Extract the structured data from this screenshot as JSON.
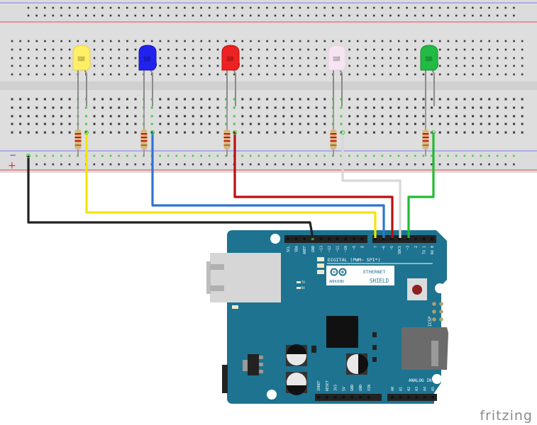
{
  "app": {
    "name": "fritzing",
    "view": "breadboard"
  },
  "breadboard": {
    "rail_labels": {
      "minus": "−",
      "plus": "+"
    },
    "colors": {
      "board": "#dcdcdc",
      "rail_blue": "#7d7df0",
      "rail_red": "#e05050",
      "hole": "#3a3a3a",
      "hole_active": "#44cc44"
    }
  },
  "leds": [
    {
      "name": "yellow",
      "color": "#ffee66",
      "edge": "#e8d23a",
      "pin": "7"
    },
    {
      "name": "blue",
      "color": "#2222ee",
      "edge": "#1111aa",
      "pin": "6"
    },
    {
      "name": "red",
      "color": "#ee2222",
      "edge": "#bb1111",
      "pin": "5"
    },
    {
      "name": "white",
      "color": "#f6e4f2",
      "edge": "#e2cfe0",
      "pin": "4"
    },
    {
      "name": "green",
      "color": "#22bb44",
      "edge": "#168a30",
      "pin": "3"
    }
  ],
  "wires": [
    {
      "name": "gnd-wire",
      "color": "#222222",
      "target": "GND"
    },
    {
      "name": "yellow-wire",
      "color": "#f2e600",
      "target": "7"
    },
    {
      "name": "blue-wire",
      "color": "#2f74d0",
      "target": "6"
    },
    {
      "name": "red-wire",
      "color": "#b81010",
      "target": "5"
    },
    {
      "name": "white-wire",
      "color": "#d8d8d8",
      "target": "SDCS"
    },
    {
      "name": "green-wire",
      "color": "#22bb33",
      "target": "3"
    }
  ],
  "shield": {
    "color": "#1d7390",
    "top_pins": [
      "SCL",
      "SDA",
      "AREF",
      "GND",
      "~13",
      "~12",
      "~11",
      "~10",
      "~9",
      "8",
      "7",
      "~6",
      "~5",
      "SDCS",
      "~3",
      "2",
      "TX 1",
      "RX 0"
    ],
    "digital_label": "DIGITAL (PWM~ SPI*)",
    "brand": "ARDUINO",
    "product_line1": "ETHERNET",
    "product_line2": "SHIELD",
    "tx_label": "TX",
    "rx_label": "RX",
    "icsp_label": "ICSP",
    "analog_label": "ANALOG IN",
    "power_pins": [
      "IOREF",
      "RESET",
      "3V3",
      "5V",
      "GND",
      "GND",
      "VIN"
    ],
    "analog_pins": [
      "A0",
      "A1",
      "A2",
      "A3",
      "A4",
      "A5"
    ]
  },
  "footer": {
    "logo": "fritzing"
  }
}
